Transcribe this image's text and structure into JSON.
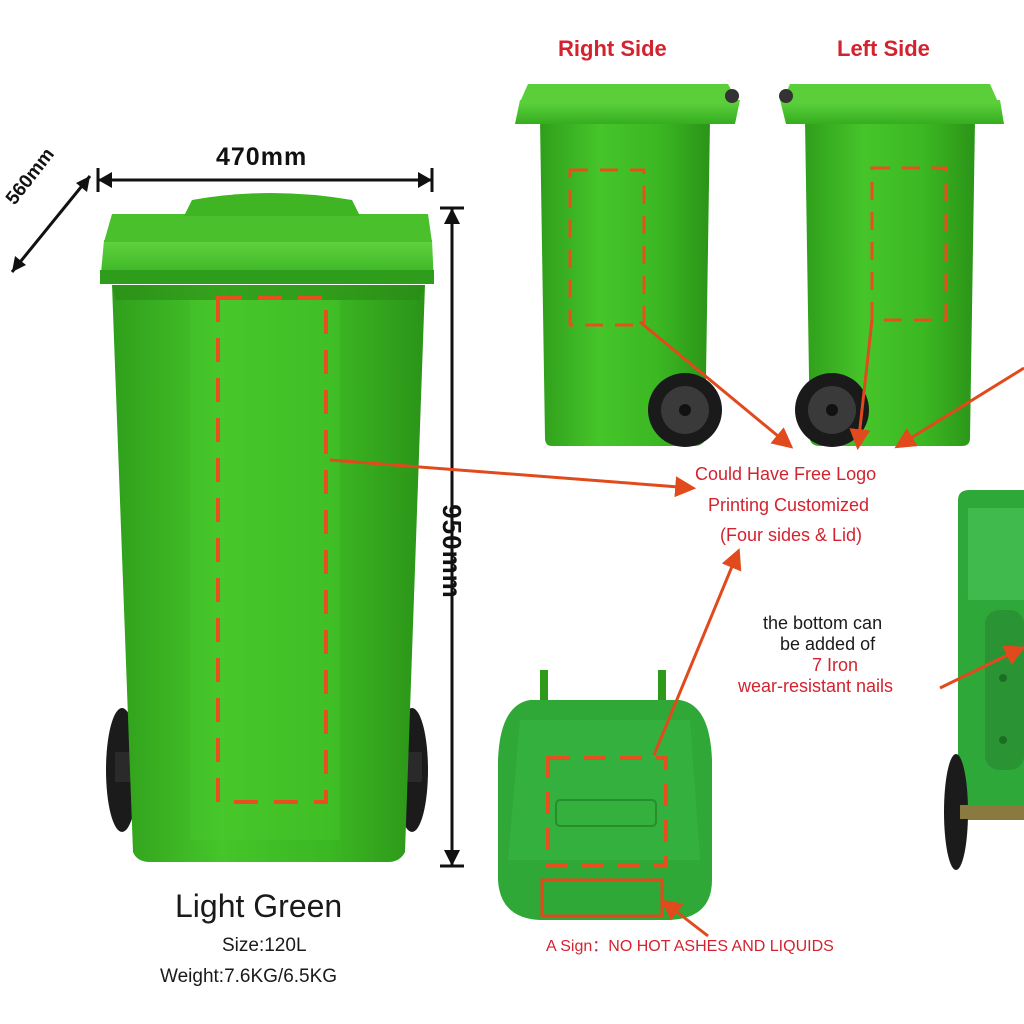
{
  "views": {
    "right_side": "Right Side",
    "left_side": "Left Side"
  },
  "dimensions": {
    "width": "470mm",
    "depth": "560mm",
    "height": "950mm"
  },
  "logo_note": {
    "line1": "Could Have Free Logo",
    "line2": "Printing Customized",
    "line3": "(Four sides & Lid)"
  },
  "bottom_note": {
    "line1": "the bottom can",
    "line2": "be added of",
    "line3": "7 Iron",
    "line4": "wear-resistant nails"
  },
  "sign_note": "A Sign：NO HOT ASHES AND LIQUIDS",
  "product": {
    "color_name": "Light Green",
    "size": "Size:120L",
    "weight": "Weight:7.6KG/6.5KG"
  },
  "colors": {
    "bin_green": "#3fbf24",
    "bin_dark": "#2f9a1a",
    "accent_red": "#d3232f",
    "arrow_orange": "#e04a1c"
  }
}
